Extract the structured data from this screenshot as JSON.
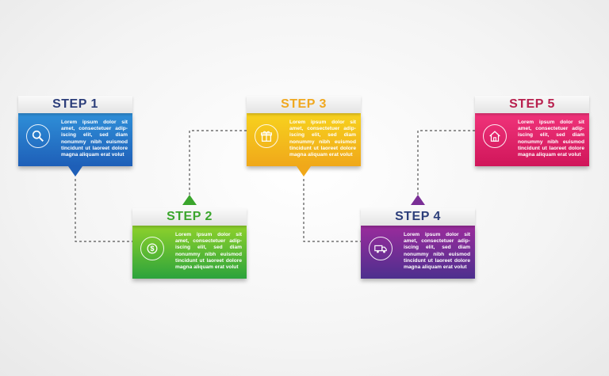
{
  "steps": [
    {
      "title": "STEP 1",
      "text": "Lorem ipsum dolor sit amet, consectetuer adip-iscing elit, sed diam nonummy nibh euismod tincidunt ut laoreet dolore magna aliquam erat volut",
      "icon": "magnifier-icon",
      "title_color": "#2c3e7a",
      "top_color": "#2f8fd8",
      "bottom_color": "#1e5fb8"
    },
    {
      "title": "STEP 2",
      "text": "Lorem ipsum dolor sit amet, consectetuer adip-iscing elit, sed diam nonummy nibh euismod tincidunt ut laoreet dolore magna aliquam erat volut",
      "icon": "dollar-coin-icon",
      "title_color": "#3aa52c",
      "top_color": "#8ed12b",
      "bottom_color": "#2ca33c"
    },
    {
      "title": "STEP 3",
      "text": "Lorem ipsum dolor sit amet, consectetuer adip-iscing elit, sed diam nonummy nibh euismod tincidunt ut laoreet dolore magna aliquam erat volut",
      "icon": "gift-box-icon",
      "title_color": "#f0a820",
      "top_color": "#f7d21e",
      "bottom_color": "#f0a81a"
    },
    {
      "title": "STEP 4",
      "text": "Lorem ipsum dolor sit amet, consectetuer adip-iscing elit, sed diam nonummy nibh euismod tincidunt ut laoreet dolore magna aliquam erat volut",
      "icon": "truck-icon",
      "title_color": "#2c3e7a",
      "top_color": "#9a2c9c",
      "bottom_color": "#4d2f8e"
    },
    {
      "title": "STEP 5",
      "text": "Lorem ipsum dolor sit amet, consectetuer adip-iscing elit, sed diam nonummy nibh euismod tincidunt ut laoreet dolore magna aliquam erat volut",
      "icon": "house-icon",
      "title_color": "#b8204e",
      "top_color": "#f0337a",
      "bottom_color": "#d0165a"
    }
  ]
}
